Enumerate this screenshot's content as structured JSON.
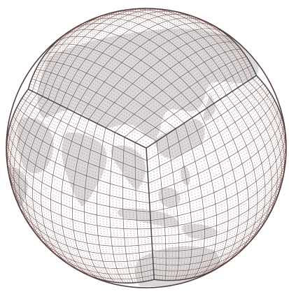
{
  "figure": {
    "subject": "cubed-sphere-grid",
    "faces_visible": 3,
    "cells_per_face_edge": 16,
    "subcell_dots_per_cell_edge": 3,
    "globe_view": "centered-on-asia"
  },
  "colors": {
    "background": "#ffffff",
    "sphere_outline": "#5a3c3c",
    "grid_line": "#6f5e5e",
    "face_edge": "#4e4e4e",
    "subcell_dots": "#c77a7a",
    "land": "#d9d9d9"
  }
}
